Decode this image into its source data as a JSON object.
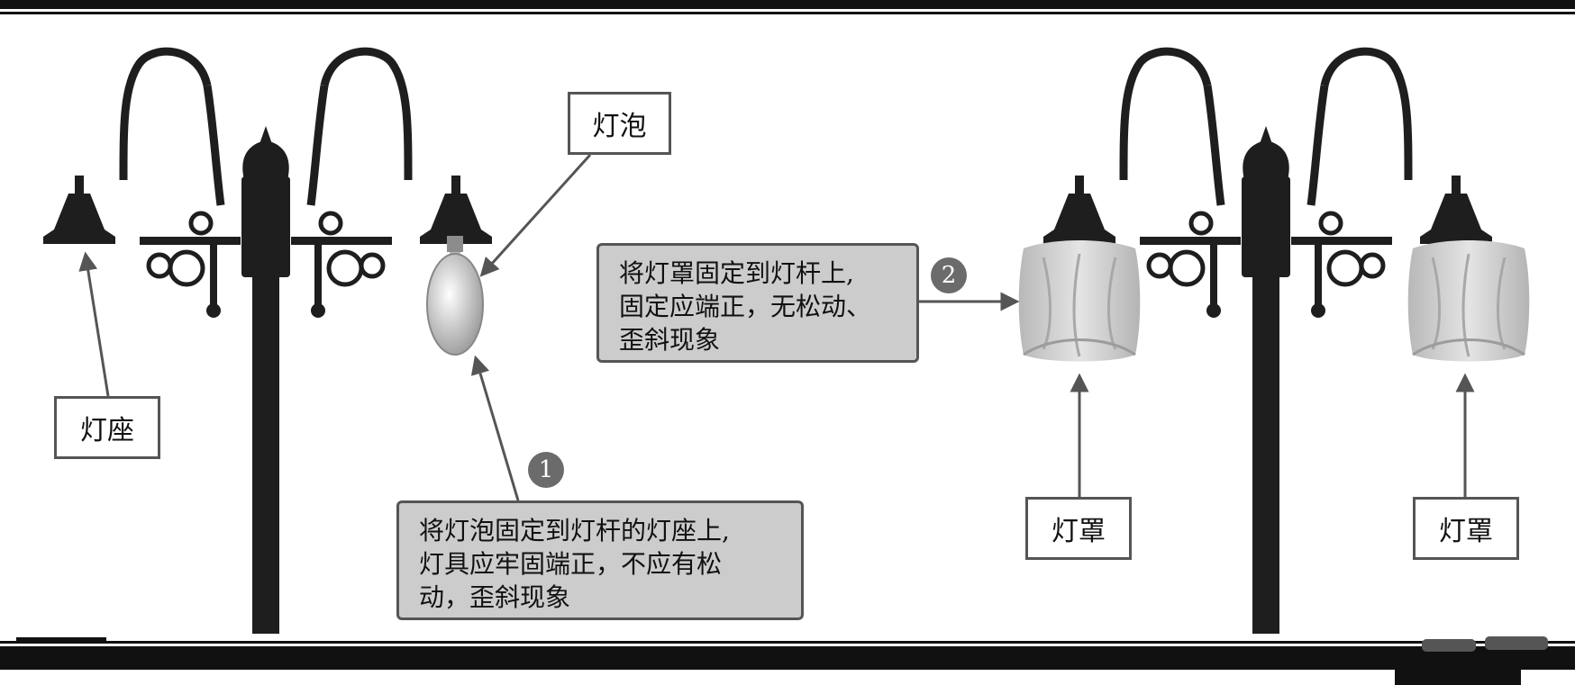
{
  "labels": {
    "lamp_base": "灯座",
    "bulb": "灯泡",
    "shade_left": "灯罩",
    "shade_right": "灯罩"
  },
  "steps": [
    {
      "number": "1",
      "lines": [
        "将灯泡固定到灯杆的灯座上,",
        "灯具应牢固端正，不应有松",
        "动，歪斜现象"
      ]
    },
    {
      "number": "2",
      "lines": [
        "将灯罩固定到灯杆上,",
        "固定应端正，无松动、",
        "歪斜现象"
      ]
    }
  ],
  "colors": {
    "pole": "#1e1e1e",
    "label_border": "#555555",
    "note_fill": "#cccccc",
    "badge": "#6b6b6b",
    "shade": "#d2d2d2"
  }
}
